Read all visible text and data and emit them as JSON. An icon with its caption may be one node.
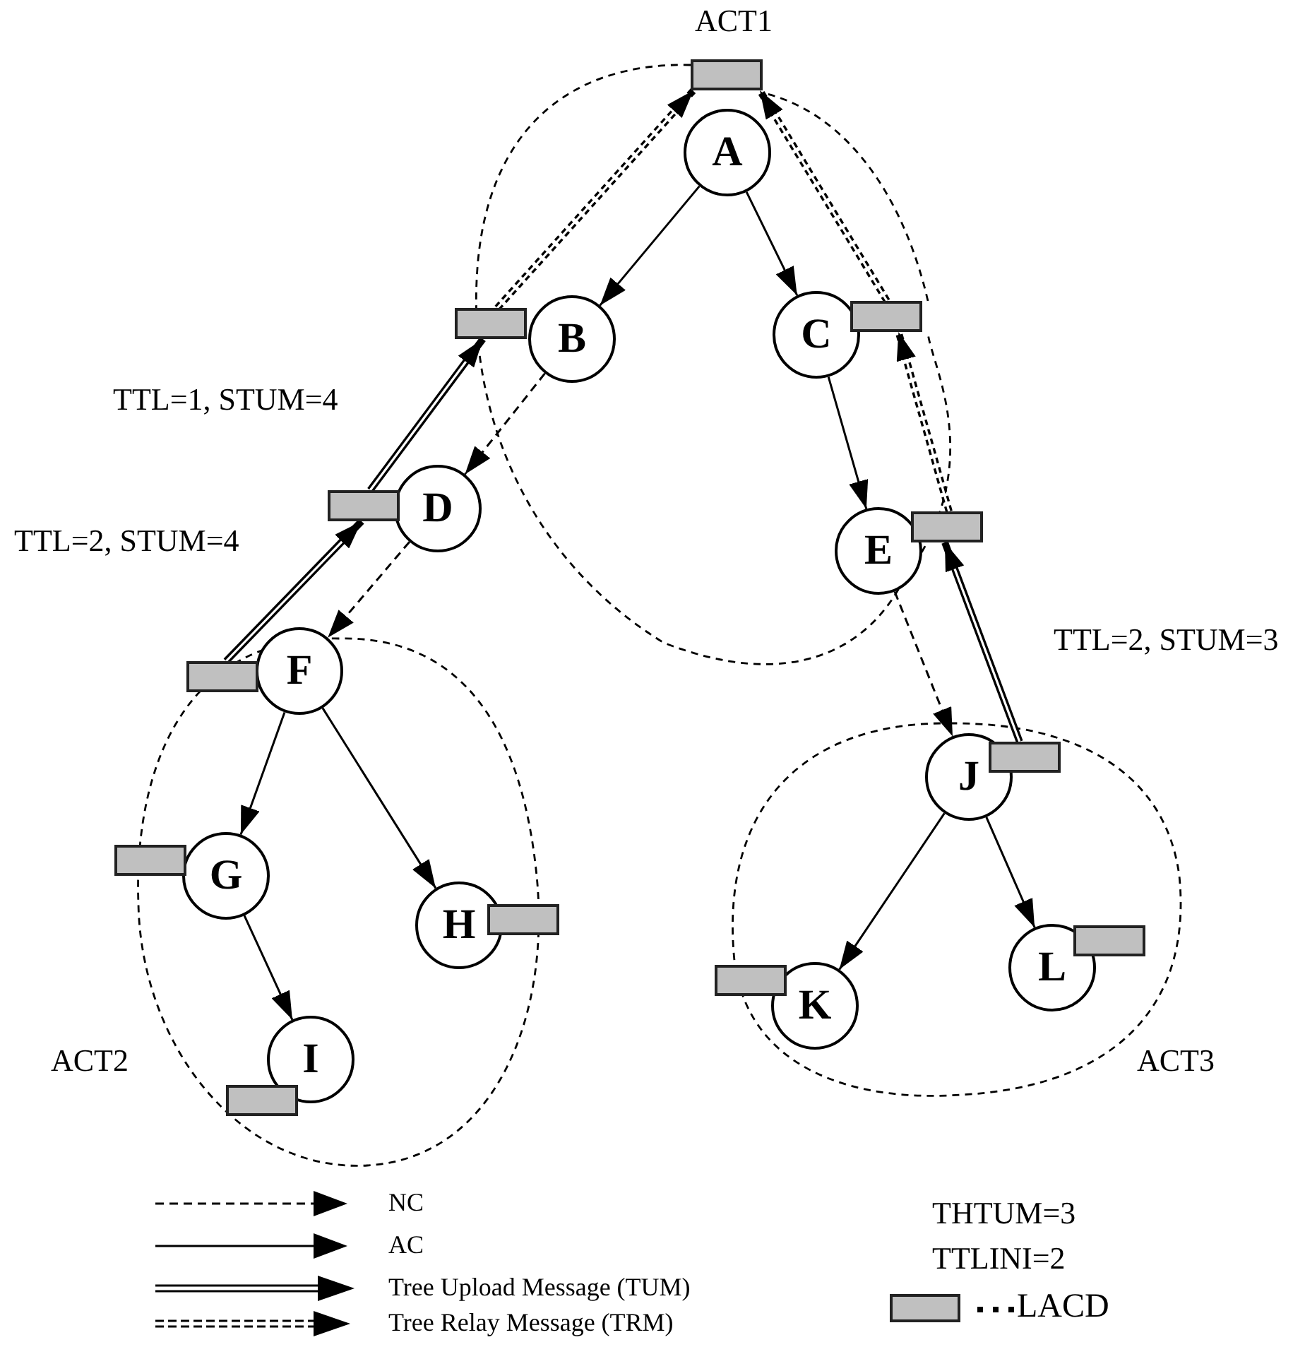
{
  "diagram": {
    "nodes": [
      {
        "text": [],
        "shape": "box"
      },
      {
        "text": [
          "A"
        ]
      },
      {
        "text": [],
        "shape": "box"
      },
      {
        "text": [
          "B"
        ]
      },
      {
        "text": [
          "C"
        ]
      },
      {
        "text": [],
        "shape": "box"
      },
      {
        "text": [],
        "shape": "box"
      },
      {
        "text": [
          "D"
        ]
      },
      {
        "text": [
          "E"
        ]
      },
      {
        "text": [],
        "shape": "box"
      },
      {
        "text": [],
        "shape": "box"
      },
      {
        "text": [
          "F"
        ]
      },
      {
        "text": [
          "J"
        ]
      },
      {
        "text": [],
        "shape": "box"
      },
      {
        "text": [],
        "shape": "box"
      },
      {
        "text": [
          "G"
        ]
      },
      {
        "text": [
          "H"
        ]
      },
      {
        "text": [],
        "shape": "box"
      },
      {
        "text": [
          "L"
        ]
      },
      {
        "text": [],
        "shape": "box"
      },
      {
        "text": [],
        "shape": "box"
      },
      {
        "text": [
          "K"
        ]
      },
      {
        "text": [
          "I"
        ]
      },
      {
        "text": [],
        "shape": "box"
      }
    ],
    "edges": [
      {
        "from": 1,
        "to": 3,
        "arrow": "to"
      },
      {
        "from": 1,
        "to": 4,
        "arrow": "to"
      },
      {
        "from": 4,
        "to": 8,
        "arrow": "to"
      },
      {
        "from": 11,
        "to": 15,
        "arrow": "to"
      },
      {
        "from": 11,
        "to": 16,
        "arrow": "to"
      },
      {
        "from": 15,
        "to": 22,
        "arrow": "to"
      },
      {
        "from": 12,
        "to": 21,
        "arrow": "to"
      },
      {
        "from": 12,
        "to": 18,
        "arrow": "to"
      },
      {
        "from": 3,
        "to": 7,
        "arrow": "to",
        "style": "dashed"
      },
      {
        "from": 7,
        "to": 11,
        "arrow": "to",
        "style": "dashed"
      },
      {
        "from": 8,
        "to": 12,
        "arrow": "to",
        "style": "dashed"
      },
      {
        "from": 6,
        "to": 2,
        "arrow": "to",
        "style": "thick",
        "label": "TTL=1, STUM=4"
      },
      {
        "from": 10,
        "to": 6,
        "arrow": "to",
        "style": "thick",
        "label": "TTL=2, STUM=4"
      },
      {
        "from": 13,
        "to": 9,
        "arrow": "to",
        "style": "thick",
        "label": "TTL=2, STUM=3"
      },
      {
        "from": 2,
        "to": 0,
        "arrow": "to",
        "style": "dashed"
      },
      {
        "from": 5,
        "to": 0,
        "arrow": "to",
        "style": "dashed"
      },
      {
        "from": 9,
        "to": 5,
        "arrow": "to",
        "style": "dashed"
      }
    ],
    "labels": [
      "ACT1",
      "ACT2",
      "ACT3",
      "THTUM=3",
      "TTLINI=2"
    ],
    "legend": [
      {
        "text": "NC"
      },
      {
        "text": "AC"
      },
      {
        "text": "Tree Upload Message (TUM)"
      },
      {
        "text": "Tree Relay Message (TRM)"
      },
      {
        "text": "LACD",
        "color": "#c0c0c0"
      }
    ]
  }
}
